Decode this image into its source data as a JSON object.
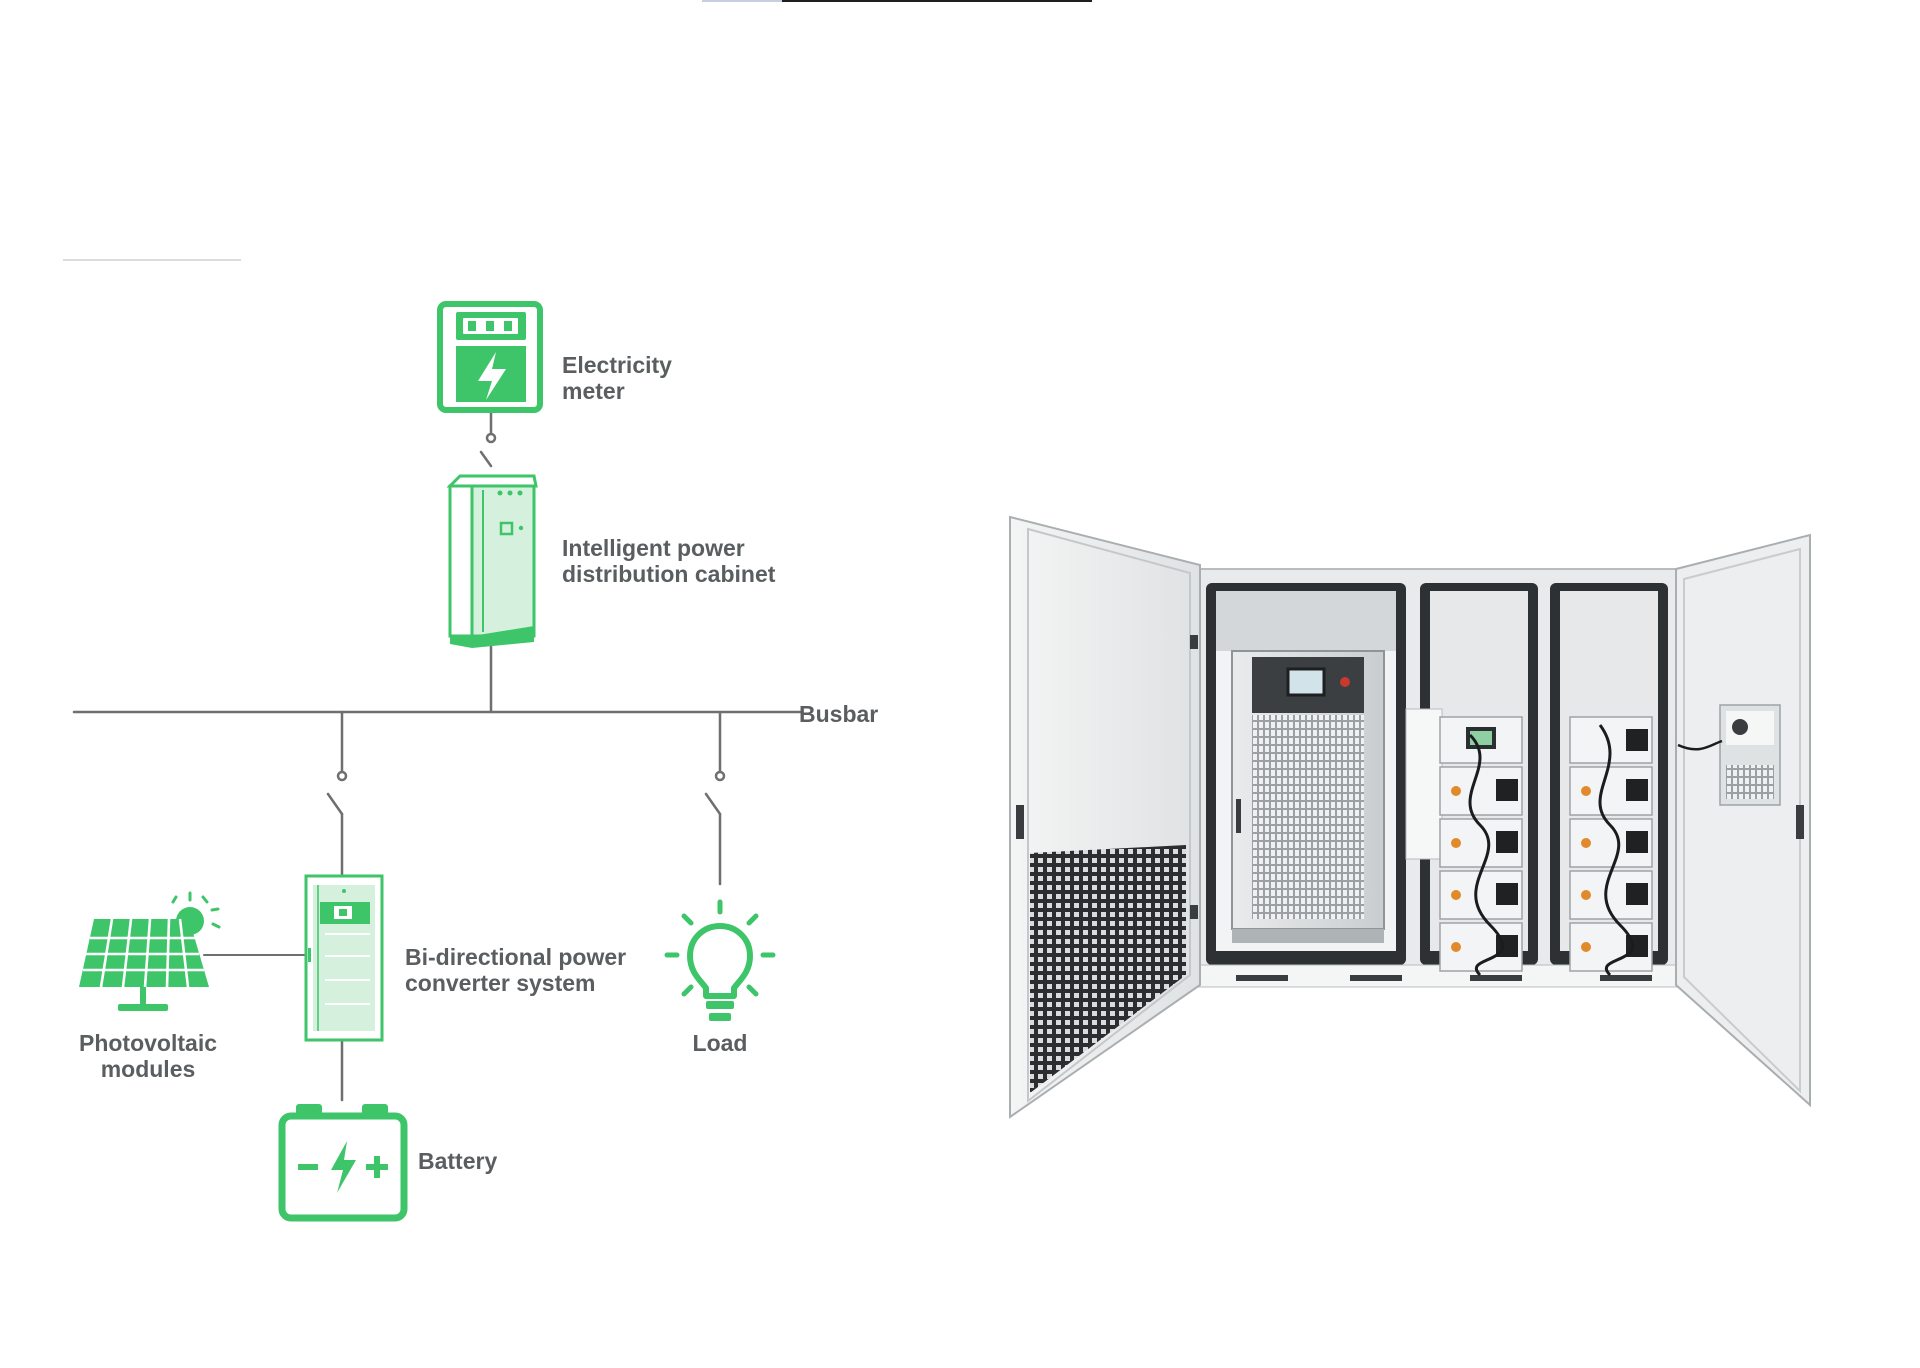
{
  "colors": {
    "accent_green": "#3ec56a",
    "line_gray": "#6d6f70",
    "label_gray": "#5b5e60"
  },
  "diagram": {
    "electricity_meter": {
      "line1": "Electricity",
      "line2": "meter",
      "icon": "electricity-meter-icon"
    },
    "distribution_cabinet": {
      "line1": "Intelligent power",
      "line2": "distribution cabinet",
      "icon": "distribution-cabinet-icon"
    },
    "busbar": {
      "label": "Busbar"
    },
    "pcs": {
      "line1": "Bi-directional power",
      "line2": "converter system",
      "icon": "power-converter-cabinet-icon"
    },
    "pv": {
      "line1": "Photovoltaic",
      "line2": "modules",
      "icon": "solar-panel-icon"
    },
    "load": {
      "label": "Load",
      "icon": "light-bulb-icon"
    },
    "battery": {
      "label": "Battery",
      "icon": "battery-icon"
    }
  },
  "product_photo": {
    "icon": "outdoor-energy-storage-cabinet-photo"
  }
}
